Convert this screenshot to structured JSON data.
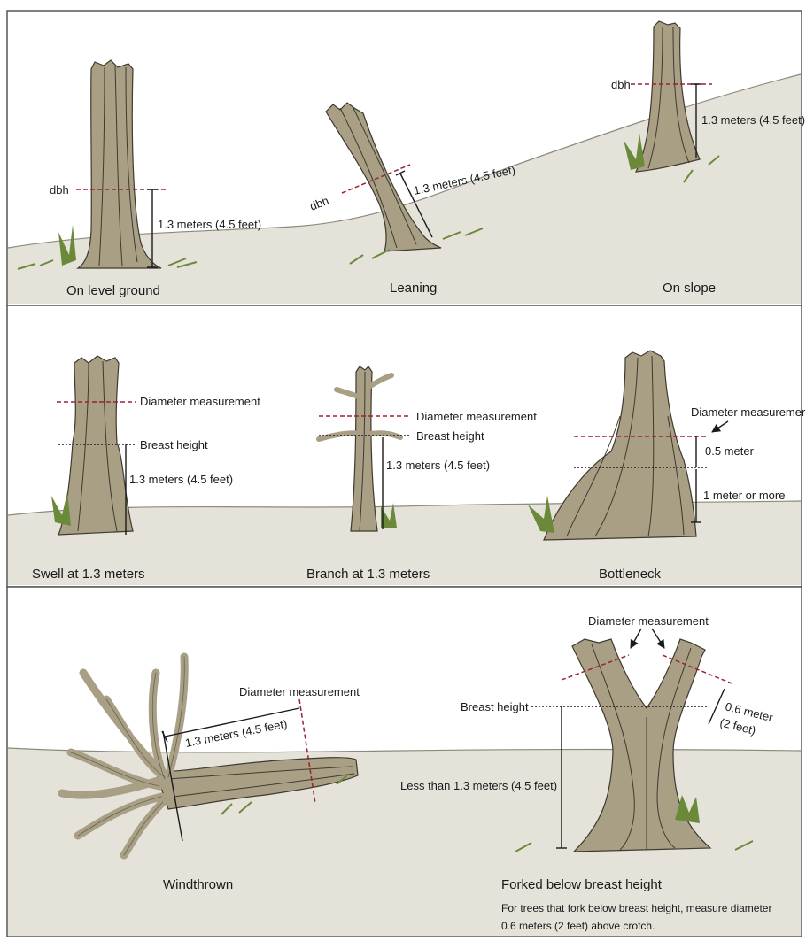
{
  "panels": {
    "top": {
      "scenes": [
        {
          "caption": "On level ground",
          "dbh": "dbh",
          "height_label": "1.3 meters (4.5 feet)"
        },
        {
          "caption": "Leaning",
          "dbh": "dbh",
          "height_label": "1.3 meters (4.5 feet)"
        },
        {
          "caption": "On slope",
          "dbh": "dbh",
          "height_label": "1.3 meters (4.5 feet)"
        }
      ]
    },
    "middle": {
      "scenes": [
        {
          "caption": "Swell at 1.3 meters",
          "diameter_label": "Diameter measurement",
          "breast_label": "Breast height",
          "height_label": "1.3 meters (4.5 feet)"
        },
        {
          "caption": "Branch at 1.3 meters",
          "diameter_label": "Diameter measurement",
          "breast_label": "Breast height",
          "height_label": "1.3 meters (4.5 feet)"
        },
        {
          "caption": "Bottleneck",
          "diameter_label": "Diameter measuremer",
          "upper_label": "0.5 meter",
          "lower_label": "1 meter  or more"
        }
      ]
    },
    "bottom": {
      "windthrown": {
        "caption": "Windthrown",
        "diameter_label": "Diameter measurement",
        "height_label": "1.3 meters (4.5 feet)"
      },
      "forked": {
        "caption": "Forked below breast height",
        "diameter_label": "Diameter measurement",
        "breast_label": "Breast height",
        "height_label": "Less than 1.3 meters (4.5 feet)",
        "fork_label_1": "0.6 meter",
        "fork_label_2": "(2 feet)",
        "note_line_1": "For trees that fork below breast height, measure diameter",
        "note_line_2": "0.6 meters (2 feet) above crotch."
      }
    }
  },
  "colors": {
    "ground": "#e4e2d9",
    "trunk": "#a89f85",
    "trunk_stroke": "#3e3a2e",
    "grass": "#6a8a3a",
    "measure_red": "#9a2236",
    "frame": "#555555"
  }
}
